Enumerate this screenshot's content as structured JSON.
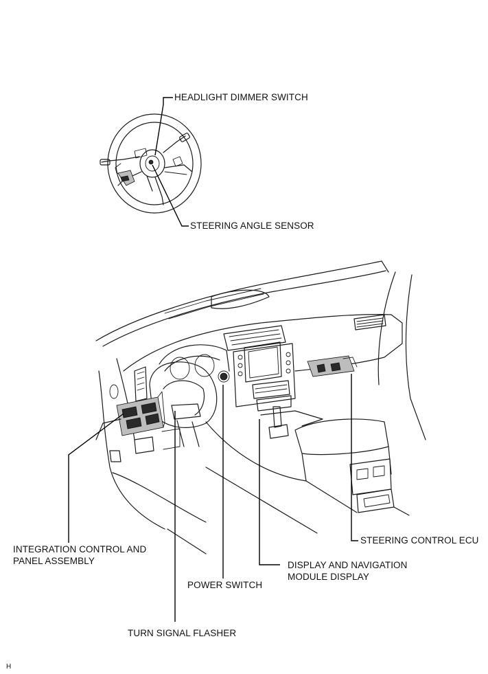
{
  "labels": {
    "headlight_dimmer_switch": "HEADLIGHT DIMMER SWITCH",
    "steering_angle_sensor": "STEERING ANGLE SENSOR",
    "integration_control_line1": "INTEGRATION CONTROL AND",
    "integration_control_line2": "PANEL ASSEMBLY",
    "power_switch": "POWER SWITCH",
    "display_navigation_line1": "DISPLAY AND NAVIGATION",
    "display_navigation_line2": "MODULE DISPLAY",
    "steering_control_ecu": "STEERING CONTROL ECU",
    "turn_signal_flasher": "TURN SIGNAL FLASHER"
  },
  "figure_code": "H"
}
